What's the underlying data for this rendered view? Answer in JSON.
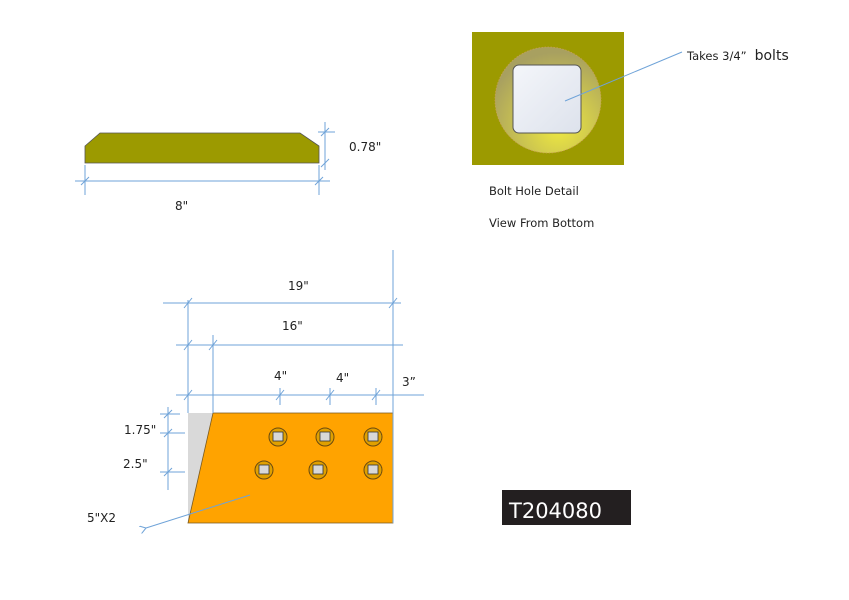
{
  "side_view": {
    "width_label": "8\"",
    "thickness_label": "0.78\""
  },
  "bolt_detail": {
    "callout": "Takes 3/4”",
    "callout_suffix": "bolts",
    "title": "Bolt Hole Detail",
    "subtitle": "View From Bottom"
  },
  "plan_view": {
    "overall_label": "19\"",
    "inner_label": "16\"",
    "spacing_1": "4\"",
    "spacing_2": "4\"",
    "end_offset": "3”",
    "row_offset_1": "1.75\"",
    "row_offset_2": "2.5\"",
    "chamfer_label": "5\"X2"
  },
  "part_number": "T204080",
  "colors": {
    "olive": "#9c9a00",
    "orange": "#ffa300",
    "dim": "#6fa3d8",
    "gray": "#d9d9d9"
  }
}
